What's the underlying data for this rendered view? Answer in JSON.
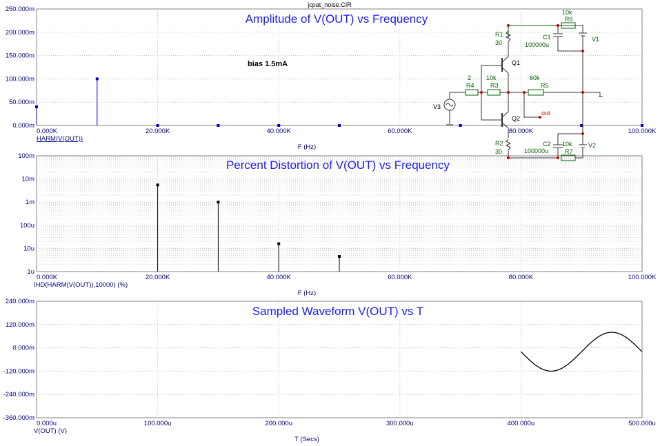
{
  "window_title": "jcpat_noise.CIR",
  "chart_data": [
    {
      "type": "bar",
      "title": "Amplitude of V(OUT) vs Frequency",
      "xlabel": "F (Hz)",
      "ylabel": "HARM(V(OUT))",
      "xlim": [
        0,
        100000
      ],
      "ylim": [
        0,
        0.25
      ],
      "x_ticks": [
        "0.000K",
        "20.000K",
        "40.000K",
        "60.000K",
        "80.000K",
        "100.000K"
      ],
      "y_ticks": [
        "0.000m",
        "50.000m",
        "100.000m",
        "150.000m",
        "200.000m",
        "250.000m"
      ],
      "x": [
        0,
        10000,
        20000,
        30000,
        40000,
        50000,
        70000,
        90000,
        100000
      ],
      "values": [
        0.04,
        0.1,
        0,
        0,
        0,
        0,
        0,
        0,
        0
      ],
      "annotation": "bias 1.5mA",
      "grid": true
    },
    {
      "type": "bar",
      "title": "Percent Distortion of V(OUT) vs Frequency",
      "xlabel": "F (Hz)",
      "ylabel": "IHD(HARM(V(OUT)),10000) (%)",
      "xlim": [
        0,
        100000
      ],
      "ylim": [
        1e-06,
        0.1
      ],
      "yscale": "log",
      "x_ticks": [
        "0.000K",
        "20.000K",
        "40.000K",
        "60.000K",
        "80.000K",
        "100.000K"
      ],
      "y_ticks": [
        "1u",
        "10u",
        "100u",
        "1m",
        "10m",
        "100m"
      ],
      "x": [
        20000,
        30000,
        40000,
        50000
      ],
      "values": [
        0.0055,
        0.001,
        1.6e-05,
        4.5e-06
      ],
      "grid": true
    },
    {
      "type": "line",
      "title": "Sampled Waveform  V(OUT) vs T",
      "xlabel": "T (Secs)",
      "ylabel": "V(OUT) (V)",
      "xlim": [
        0,
        0.0005
      ],
      "ylim": [
        -0.36,
        0.24
      ],
      "x_ticks": [
        "0.000u",
        "100.000u",
        "200.000u",
        "300.000u",
        "400.000u",
        "500.000u"
      ],
      "y_ticks": [
        "-360.000m",
        "-240.000m",
        "-120.000m",
        "0.000m",
        "120.000m",
        "240.000m"
      ],
      "series": [
        {
          "x_start": 0.0004,
          "x_end": 0.0005,
          "amplitude": 0.1,
          "offset": -0.02,
          "frequency": 10000
        }
      ],
      "grid": true
    }
  ],
  "schematic": {
    "labels": {
      "r1": "R1",
      "r1v": "30",
      "r2": "R2",
      "r2v": "30",
      "r3": "R3",
      "r3v": "10k",
      "r4": "R4",
      "r4v": "2",
      "r5": "R5",
      "r5v": "60k",
      "r6": "R6",
      "r6v": "10k",
      "r7": "R7",
      "r7v": "10k",
      "c1": "C1",
      "c1v": "100000u",
      "c2": "C2",
      "c2v": "100000u",
      "q1": "Q1",
      "q2": "Q2",
      "v1": "V1",
      "v2": "V2",
      "v3": "V3",
      "out": "out"
    }
  }
}
